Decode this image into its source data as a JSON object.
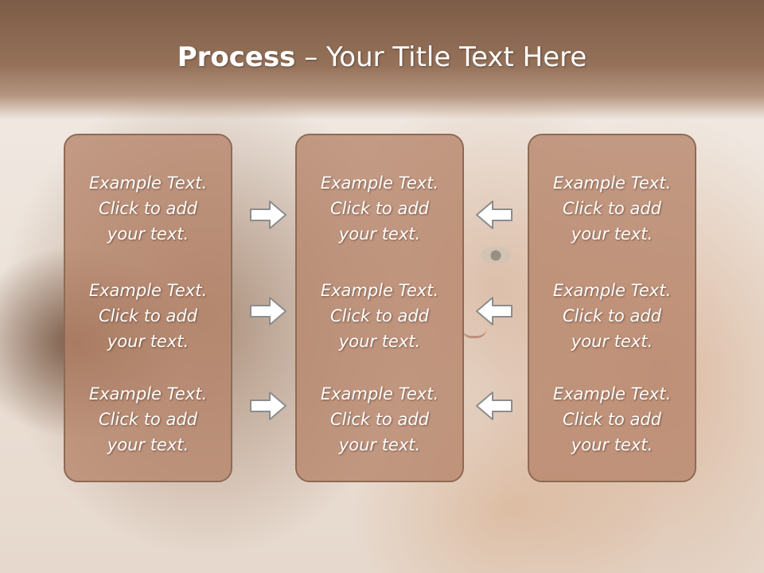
{
  "slide": {
    "title_bold": "Process",
    "title_rest": " – Your Title Text Here"
  },
  "columns": [
    {
      "items": [
        {
          "line1": "Example Text.",
          "line2": "Click  to add",
          "line3": "your text."
        },
        {
          "line1": "Example Text.",
          "line2": "Click  to add",
          "line3": "your text."
        },
        {
          "line1": "Example Text.",
          "line2": "Click  to add",
          "line3": "your text."
        }
      ]
    },
    {
      "items": [
        {
          "line1": "Example Text.",
          "line2": "Click  to add",
          "line3": "your text."
        },
        {
          "line1": "Example Text.",
          "line2": "Click  to add",
          "line3": "your text."
        },
        {
          "line1": "Example Text.",
          "line2": "Click  to add",
          "line3": "your text."
        }
      ]
    },
    {
      "items": [
        {
          "line1": "Example Text.",
          "line2": "Click  to add",
          "line3": "your text."
        },
        {
          "line1": "Example Text.",
          "line2": "Click  to add",
          "line3": "your text."
        },
        {
          "line1": "Example Text.",
          "line2": "Click  to add",
          "line3": "your text."
        }
      ]
    }
  ],
  "arrows": {
    "left_group": "right-arrow-icon",
    "right_group": "left-arrow-icon"
  },
  "colors": {
    "title_band": "#7d5c47",
    "panel_fill": "#b6846a",
    "panel_border": "#8e6a55",
    "text": "#ffffff"
  }
}
